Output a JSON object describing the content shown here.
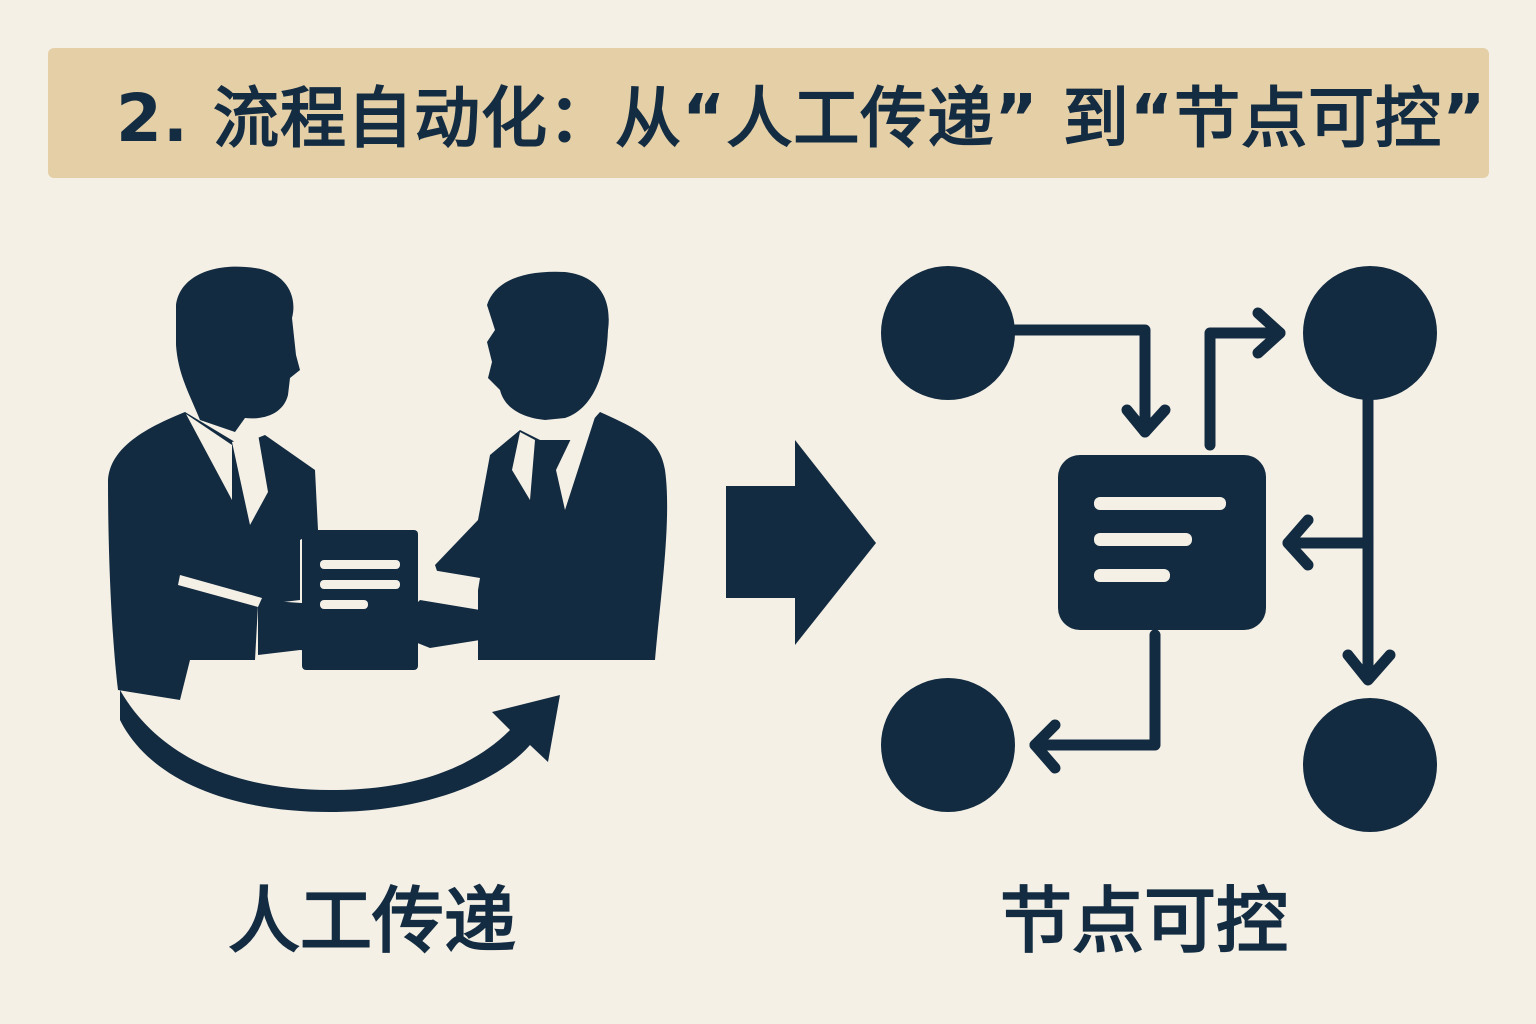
{
  "title": "2. 流程自动化：从“人工传递” 到“节点可控”",
  "left_panel": {
    "caption": "人工传递",
    "icon": "handshake-people-icon"
  },
  "center": {
    "icon": "right-arrow-icon"
  },
  "right_panel": {
    "caption": "节点可控",
    "icon": "node-flow-icon"
  },
  "colors": {
    "background": "#f5f0e6",
    "banner": "#e4cfa6",
    "ink": "#142c42"
  }
}
